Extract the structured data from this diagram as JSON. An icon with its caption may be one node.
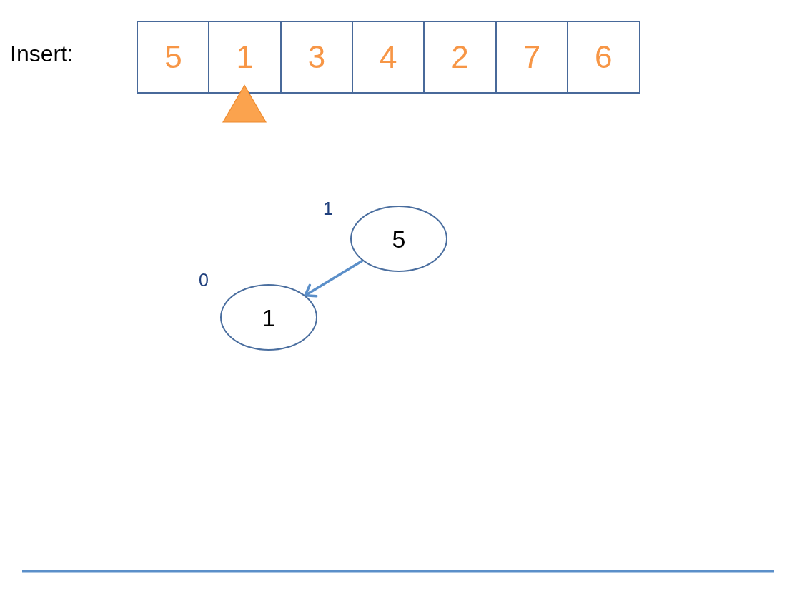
{
  "diagram": {
    "nodes": [
      {
        "text": [
          "5"
        ]
      },
      {
        "text": [
          "1"
        ]
      },
      {
        "text": [
          "3"
        ]
      },
      {
        "text": [
          "4"
        ]
      },
      {
        "text": [
          "2"
        ]
      },
      {
        "text": [
          "7"
        ]
      },
      {
        "text": [
          "6"
        ]
      },
      {
        "text": [
          "5"
        ],
        "beside": [
          "1"
        ]
      },
      {
        "text": [
          "1"
        ],
        "beside": [
          "0"
        ]
      }
    ],
    "edges": [
      {
        "from": 7,
        "to": 8,
        "arrow": "to"
      }
    ],
    "labels": [
      "Insert:"
    ]
  }
}
